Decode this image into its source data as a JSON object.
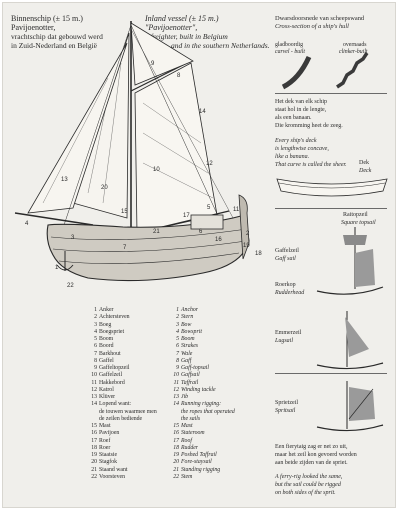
{
  "header": {
    "nl_lines": [
      "Binnenschip (± 15 m.)",
      "Pavijoenotter,",
      "vrachtschip dat gebouwd werd",
      "in Zuid-Nederland en België"
    ],
    "en_lines": [
      "Inland vessel (± 15 m.)",
      "\"Pavijoenotter\",",
      "a freighter, built in Belgium",
      "and in the southern Netherlands."
    ]
  },
  "cross_section": {
    "nl_title": "Dwarsdoorsnede van scheepswand",
    "en_title": "Cross-section of a ship's hull",
    "carvel_nl": "gladboordig",
    "carvel_en": "carvel - built",
    "clinker_nl": "overnaads",
    "clinker_en": "clinker-built"
  },
  "deck": {
    "nl_lines": [
      "Het dek van elk schip",
      "staat hol in de lengte,",
      "als een banaan.",
      "Die kromming heet de zeeg."
    ],
    "en_lines": [
      "Every ship's deck",
      "is lengthwise concave,",
      "like a banana.",
      "That curve is called the sheer."
    ],
    "label_nl": "Dek",
    "label_en": "Deck"
  },
  "rigs": {
    "topsail_nl": "Raitopzeil",
    "topsail_en": "Square topsail",
    "gaff_nl": "Gaffelzeil",
    "gaff_en": "Gaff sail",
    "rudder_nl": "Roerkop",
    "rudder_en": "Rudderhead",
    "lug_nl": "Emmerzeil",
    "lug_en": "Lugsail",
    "sprit_nl": "Sprietzeil",
    "sprit_en": "Spritsail"
  },
  "sprit_note": {
    "nl_lines": [
      "Een fierytaig zag er net zo uit,",
      "maar het zeil kon gevoerd worden",
      "aan beide zijden van de spriet."
    ],
    "en_lines": [
      "A ferry-rig looked the same,",
      "but the sail could be rigged",
      "on both sides of the sprit."
    ]
  },
  "legend_nl": [
    {
      "n": "1",
      "t": "Anker"
    },
    {
      "n": "2",
      "t": "Achtersteven"
    },
    {
      "n": "3",
      "t": "Boeg"
    },
    {
      "n": "4",
      "t": "Boegspriet"
    },
    {
      "n": "5",
      "t": "Boom"
    },
    {
      "n": "6",
      "t": "Boord"
    },
    {
      "n": "7",
      "t": "Barkhout"
    },
    {
      "n": "8",
      "t": "Gaffel"
    },
    {
      "n": "9",
      "t": "Gaffeltopzeil"
    },
    {
      "n": "10",
      "t": "Gaffelzeil"
    },
    {
      "n": "11",
      "t": "Hakkebord"
    },
    {
      "n": "12",
      "t": "Katrol"
    },
    {
      "n": "13",
      "t": "Klüver"
    },
    {
      "n": "14",
      "t": "Lopend want:"
    },
    {
      "n": "",
      "t": "de touwen waarmee men"
    },
    {
      "n": "",
      "t": "de zeilen bediende"
    },
    {
      "n": "15",
      "t": "Mast"
    },
    {
      "n": "16",
      "t": "Pavijoen"
    },
    {
      "n": "17",
      "t": "Roef"
    },
    {
      "n": "18",
      "t": "Roer"
    },
    {
      "n": "19",
      "t": "Staatsie"
    },
    {
      "n": "20",
      "t": "Stagfok"
    },
    {
      "n": "21",
      "t": "Staand want"
    },
    {
      "n": "22",
      "t": "Voorsteven"
    }
  ],
  "legend_en": [
    {
      "n": "1",
      "t": "Anchor"
    },
    {
      "n": "2",
      "t": "Stern"
    },
    {
      "n": "3",
      "t": "Bow"
    },
    {
      "n": "4",
      "t": "Bowsprit"
    },
    {
      "n": "5",
      "t": "Boom"
    },
    {
      "n": "6",
      "t": "Strakes"
    },
    {
      "n": "7",
      "t": "Wale"
    },
    {
      "n": "8",
      "t": "Gaff"
    },
    {
      "n": "9",
      "t": "Gaff-topsail"
    },
    {
      "n": "10",
      "t": "Gaffsail"
    },
    {
      "n": "11",
      "t": "Taffrail"
    },
    {
      "n": "12",
      "t": "Winding tackle"
    },
    {
      "n": "13",
      "t": "Jib"
    },
    {
      "n": "14",
      "t": "Running rigging:"
    },
    {
      "n": "",
      "t": "the ropes that operated"
    },
    {
      "n": "",
      "t": "the sails"
    },
    {
      "n": "15",
      "t": "Mast"
    },
    {
      "n": "16",
      "t": "Stateroom"
    },
    {
      "n": "17",
      "t": "Roof"
    },
    {
      "n": "18",
      "t": "Rudder"
    },
    {
      "n": "19",
      "t": "Poshed Taffrail"
    },
    {
      "n": "20",
      "t": "Fore-staysail"
    },
    {
      "n": "21",
      "t": "Standing rigging"
    },
    {
      "n": "22",
      "t": "Stem"
    }
  ],
  "ship_numbers": [
    "1",
    "2",
    "3",
    "4",
    "5",
    "6",
    "7",
    "8",
    "9",
    "10",
    "11",
    "12",
    "13",
    "14",
    "15",
    "16",
    "17",
    "18",
    "19",
    "20",
    "21",
    "22"
  ]
}
